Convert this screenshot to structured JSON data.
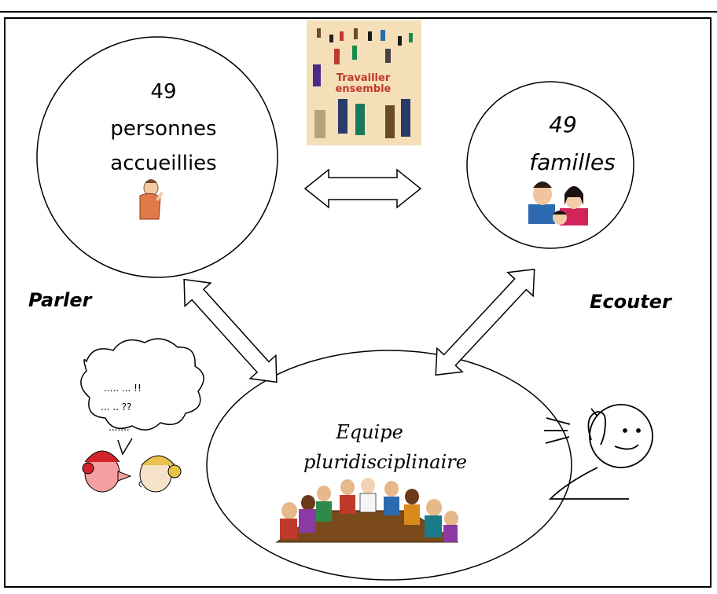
{
  "nodes": {
    "personnes": {
      "line1": "49",
      "line2": "personnes",
      "line3": "accueillies"
    },
    "familles": {
      "line1": "49",
      "line2": "familles"
    },
    "equipe": {
      "line1": "Equipe",
      "line2": "pluridisciplinaire"
    }
  },
  "labels": {
    "parler": "Parler",
    "ecouter": "Ecouter"
  },
  "picture_text": {
    "travailler": "Travailler",
    "ensemble": "ensemble"
  },
  "speech_bubble": {
    "line1": "..... ... !!",
    "line2": "... .. ??",
    "line3": "......."
  },
  "colors": {
    "line": "#000000",
    "poster_bg": "#f4dfb8",
    "poster_text": "#c0392b"
  }
}
